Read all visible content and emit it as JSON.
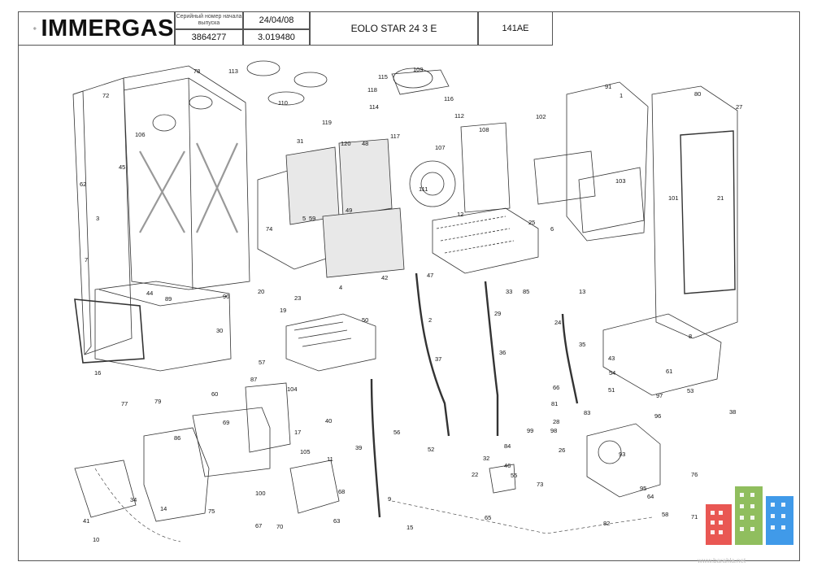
{
  "title_block": {
    "brand": "IMMERGAS",
    "serial_label": "Серийный номер начала выпуска",
    "date": "24/04/08",
    "model": "EOLO STAR 24 3 E",
    "code": "141AE",
    "part_number": "3864277",
    "serial_number": "3.019480"
  },
  "part_labels": [
    "1",
    "2",
    "3",
    "4",
    "5",
    "6",
    "7",
    "8",
    "9",
    "10",
    "11",
    "12",
    "13",
    "14",
    "15",
    "16",
    "17",
    "19",
    "20",
    "21",
    "22",
    "23",
    "24",
    "25",
    "26",
    "27",
    "28",
    "29",
    "30",
    "31",
    "32",
    "33",
    "34",
    "35",
    "36",
    "37",
    "38",
    "39",
    "40",
    "41",
    "42",
    "43",
    "44",
    "45",
    "46",
    "47",
    "48",
    "49",
    "50",
    "51",
    "52",
    "53",
    "54",
    "55",
    "56",
    "57",
    "58",
    "59",
    "60",
    "61",
    "62",
    "63",
    "64",
    "65",
    "66",
    "67",
    "68",
    "69",
    "70",
    "71",
    "72",
    "73",
    "74",
    "75",
    "76",
    "77",
    "78",
    "79",
    "80",
    "81",
    "82",
    "83",
    "84",
    "85",
    "86",
    "87",
    "89",
    "90",
    "91",
    "93",
    "95",
    "96",
    "97",
    "98",
    "99",
    "100",
    "101",
    "102",
    "103",
    "104",
    "105",
    "106",
    "107",
    "108",
    "109",
    "110",
    "111",
    "112",
    "113",
    "114",
    "115",
    "116",
    "117",
    "118",
    "119",
    "120"
  ],
  "watermark_text": "www.barahla.net"
}
